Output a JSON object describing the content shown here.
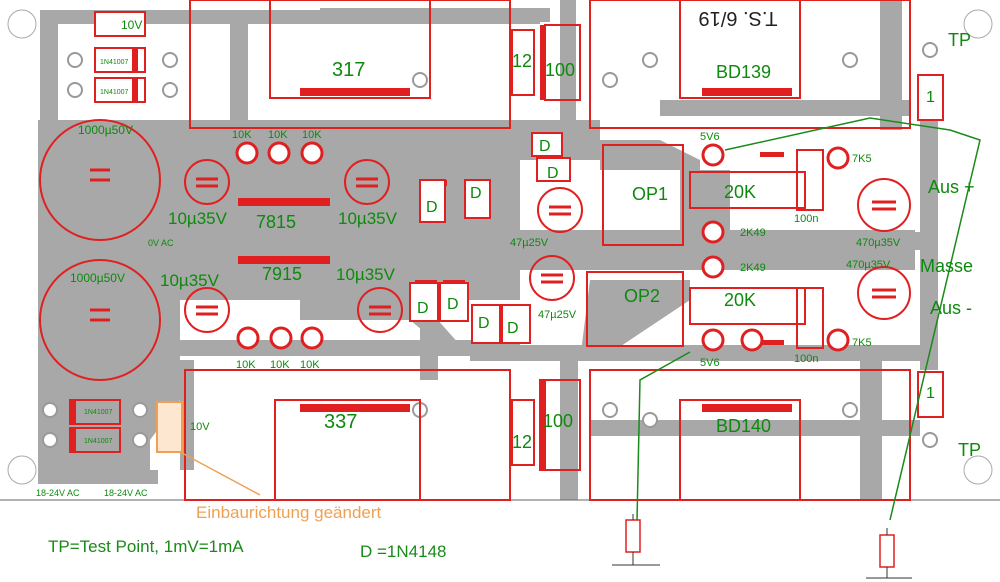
{
  "board_marking": "T.S. 6/19",
  "colors": {
    "trace": "#a8a8a8",
    "part": "#e02020",
    "label": "#0d8a0d",
    "note_orange": "#f0a050",
    "note_green": "#1a8a1a",
    "background": "#ffffff"
  },
  "components": {
    "zener_top": "10V",
    "diode_top_1": "1N41007",
    "diode_top_2": "1N41007",
    "diode_bot_1": "1N41007",
    "diode_bot_2": "1N41007",
    "cap_big_top": "1000µ50V",
    "cap_big_bot": "1000µ50V",
    "vac_label": "0V AC",
    "res_top": [
      "10K",
      "10K",
      "10K"
    ],
    "res_bot": [
      "10K",
      "10K",
      "10K"
    ],
    "cap_10u": [
      "10µ35V",
      "10µ35V",
      "10µ35V",
      "10µ35V"
    ],
    "reg_pos": "7815",
    "reg_neg": "7915",
    "reg_317": "317",
    "reg_337": "337",
    "res_12_top": "12",
    "cap_100_top": "100",
    "res_12_bot": "12",
    "cap_100_bot": "100",
    "diode_D": "D",
    "cap_47u_1": "47µ25V",
    "cap_47u_2": "47µ25V",
    "op1": "OP1",
    "op2": "OP2",
    "res_20k_1": "20K",
    "res_20k_2": "20K",
    "res_2k49_1": "2K49",
    "res_2k49_2": "2K49",
    "zener_5v6_top": "5V6",
    "zener_5v6_bot": "5V6",
    "res_7k5_top": "7K5",
    "res_7k5_bot": "7K5",
    "cap_100n_1": "100n",
    "cap_100n_2": "100n",
    "transistor_top": "BD139",
    "transistor_bot": "BD140",
    "cap_470_top": "470µ35V",
    "cap_470_bot": "470µ35V",
    "res_1_top": "1",
    "res_1_bot": "1",
    "zener_changed": "10V",
    "ac_in_1": "18-24V AC",
    "ac_in_2": "18-24V AC"
  },
  "outputs": {
    "tp_top": "TP",
    "tp_bot": "TP",
    "aus_plus": "Aus +",
    "masse": "Masse",
    "aus_minus": "Aus -"
  },
  "notes": {
    "orientation_changed": "Einbaurichtung geändert",
    "test_point": "TP=Test Point, 1mV=1mA",
    "diode_type": "D =1N4148"
  }
}
